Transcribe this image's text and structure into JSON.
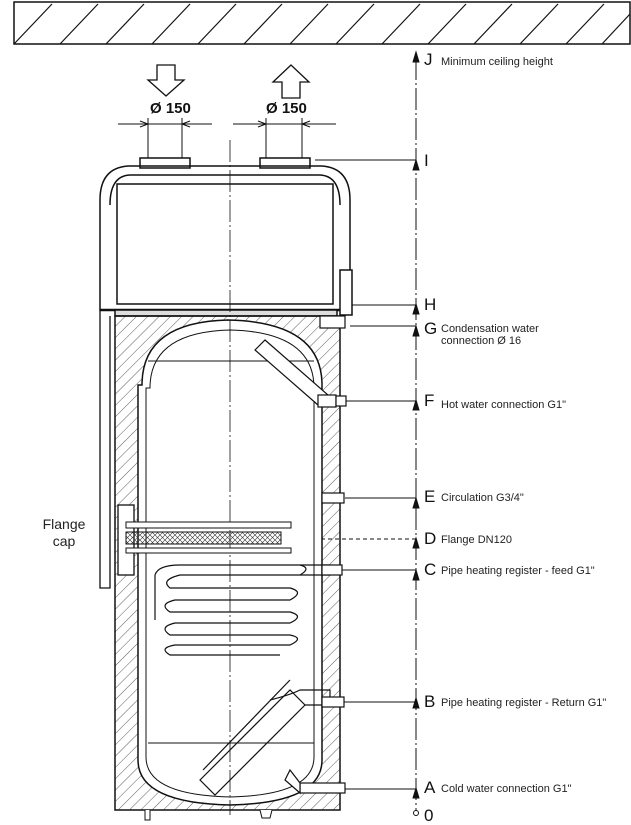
{
  "diagram": {
    "duct_in": {
      "diameter": "Ø 150"
    },
    "duct_out": {
      "diameter": "Ø 150"
    },
    "side_label": "Flange cap",
    "levels": [
      {
        "id": "J",
        "text": "Minimum ceiling height"
      },
      {
        "id": "I",
        "text": ""
      },
      {
        "id": "H",
        "text": ""
      },
      {
        "id": "G",
        "text": "Condensation water\nconnection Ø 16"
      },
      {
        "id": "F",
        "text": "Hot water connection G1\""
      },
      {
        "id": "E",
        "text": "Circulation G3/4\""
      },
      {
        "id": "D",
        "text": "Flange DN120"
      },
      {
        "id": "C",
        "text": "Pipe heating register - feed G1\""
      },
      {
        "id": "B",
        "text": "Pipe heating register - Return G1\""
      },
      {
        "id": "A",
        "text": "Cold water connection G1\""
      },
      {
        "id": "0",
        "text": ""
      }
    ]
  }
}
